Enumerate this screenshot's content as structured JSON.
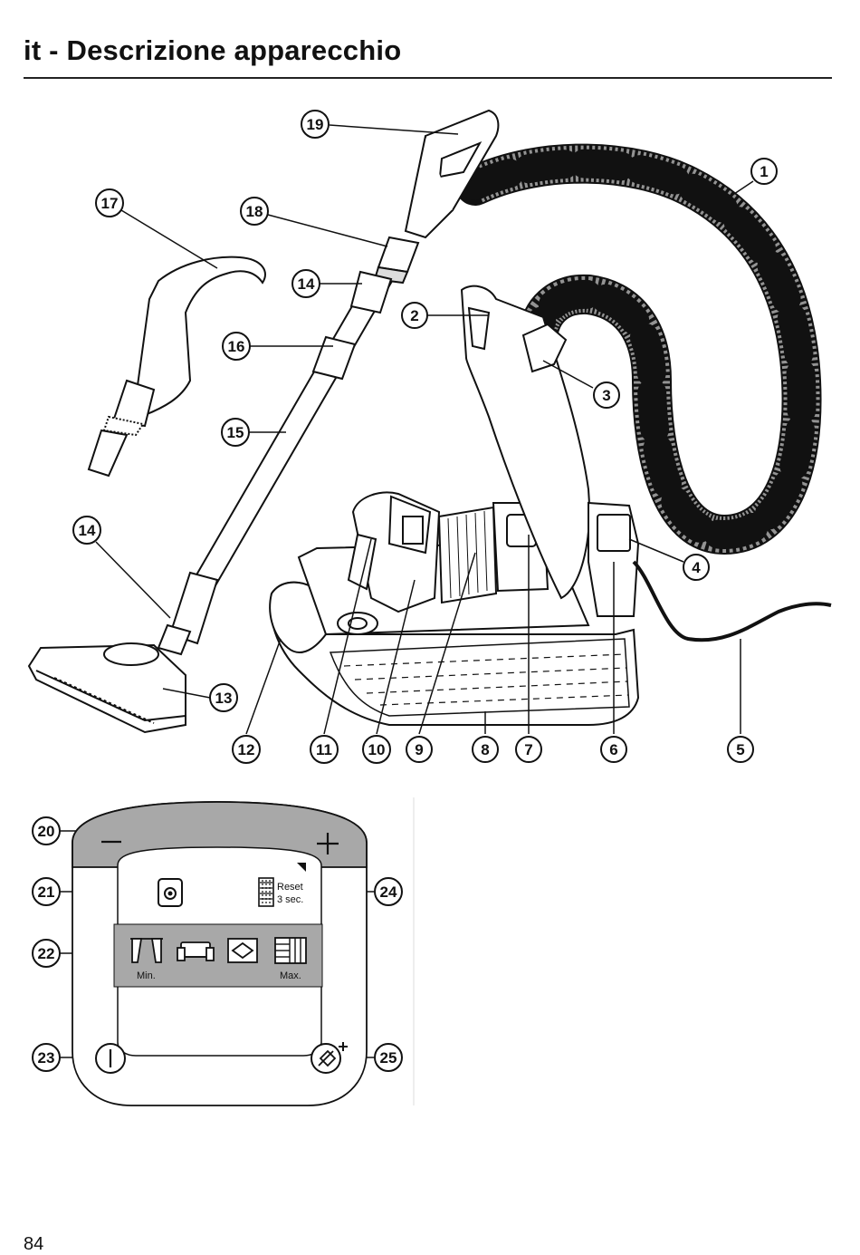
{
  "header": {
    "title": "it - Descrizione apparecchio"
  },
  "footer": {
    "page_number": "84"
  },
  "callouts": [
    "1",
    "2",
    "3",
    "4",
    "5",
    "6",
    "7",
    "8",
    "9",
    "10",
    "11",
    "12",
    "13",
    "14",
    "15",
    "16",
    "17",
    "18",
    "19",
    "20",
    "21",
    "22",
    "23",
    "24",
    "25"
  ],
  "panel": {
    "reset_line1": "Reset",
    "reset_line2": "3 sec.",
    "min_label": "Min.",
    "max_label": "Max.",
    "minus_symbol": "—",
    "plus_symbol": "+"
  }
}
